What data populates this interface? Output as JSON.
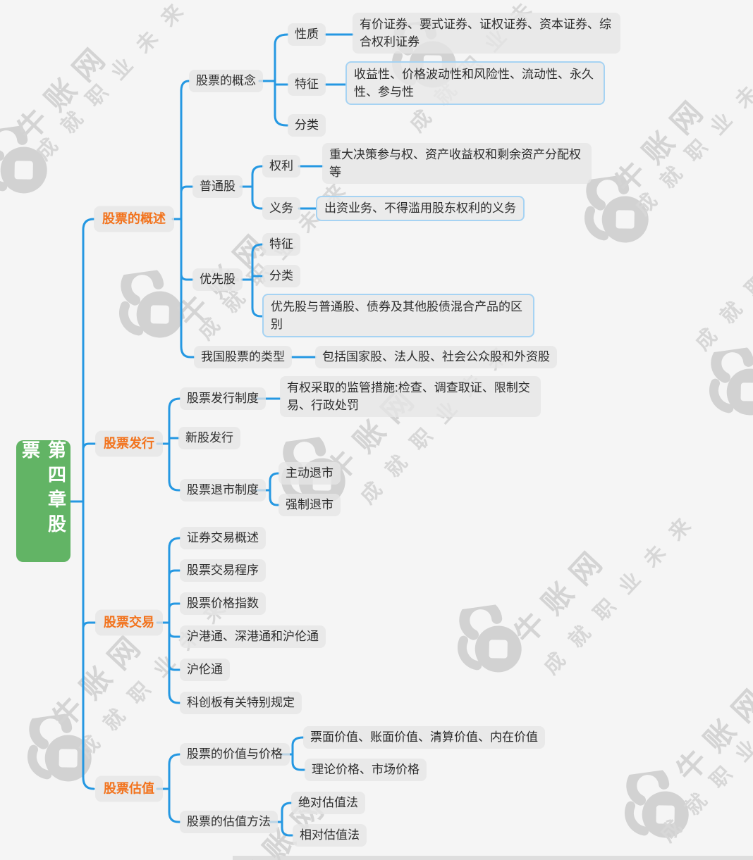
{
  "root": {
    "label": "第四章股票"
  },
  "branches": [
    {
      "label": "股票的概述",
      "children": [
        {
          "label": "股票的概念",
          "children": [
            {
              "label": "性质",
              "detail": "有价证券、要式证券、证权证券、资本证券、综合权利证券"
            },
            {
              "label": "特征",
              "detail": "收益性、价格波动性和风险性、流动性、永久性、参与性",
              "highlight": true
            },
            {
              "label": "分类"
            }
          ]
        },
        {
          "label": "普通股",
          "children": [
            {
              "label": "权利",
              "detail": "重大决策参与权、资产收益权和剩余资产分配权等"
            },
            {
              "label": "义务",
              "detail": "出资业务、不得滥用股东权利的义务",
              "highlight": true
            }
          ]
        },
        {
          "label": "优先股",
          "children": [
            {
              "label": "特征"
            },
            {
              "label": "分类"
            },
            {
              "label": "优先股与普通股、债券及其他股债混合产品的区别",
              "highlight": true
            }
          ]
        },
        {
          "label": "我国股票的类型",
          "children": [
            {
              "label": "包括国家股、法人股、社会公众股和外资股"
            }
          ]
        }
      ]
    },
    {
      "label": "股票发行",
      "children": [
        {
          "label": "股票发行制度",
          "children": [
            {
              "label": "有权采取的监管措施:检查、调查取证、限制交易、行政处罚"
            }
          ]
        },
        {
          "label": "新股发行"
        },
        {
          "label": "股票退市制度",
          "children": [
            {
              "label": "主动退市"
            },
            {
              "label": "强制退市"
            }
          ]
        }
      ]
    },
    {
      "label": "股票交易",
      "children": [
        {
          "label": "证券交易概述"
        },
        {
          "label": "股票交易程序"
        },
        {
          "label": "股票价格指数"
        },
        {
          "label": "沪港通、深港通和沪伦通"
        },
        {
          "label": "沪伦通"
        },
        {
          "label": "科创板有关特别规定"
        }
      ]
    },
    {
      "label": "股票估值",
      "children": [
        {
          "label": "股票的价值与价格",
          "children": [
            {
              "label": "票面价值、账面价值、清算价值、内在价值"
            },
            {
              "label": "理论价格、市场价格"
            }
          ]
        },
        {
          "label": "股票的估值方法",
          "children": [
            {
              "label": "绝对估值法"
            },
            {
              "label": "相对估值法"
            }
          ]
        }
      ]
    }
  ],
  "watermark": {
    "brand": "牛账网",
    "slogan": "成就职业未来"
  },
  "colors": {
    "background": "#f5f5f5",
    "connector_blue": "#2598e2",
    "branch_orange": "#f2731d",
    "root_green": "#62b465",
    "node_gray": "#e9e9e9",
    "highlight_border": "#a6d3f3",
    "watermark_gray": "#d4d4d4"
  }
}
